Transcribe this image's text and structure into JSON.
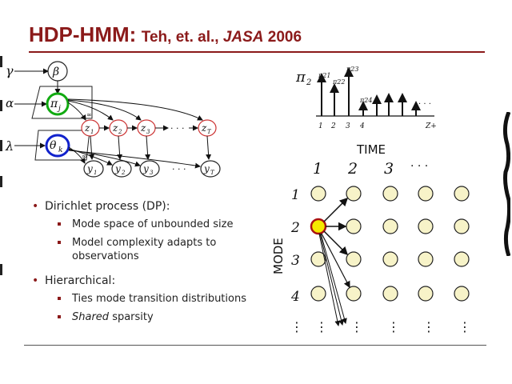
{
  "slide": {
    "title_main": "HDP-HMM:",
    "title_authors": "Teh, et. al.,",
    "title_journal": "JASA",
    "title_year": "2006"
  },
  "graphical_model": {
    "nodes": {
      "beta": "β",
      "pi": "π",
      "pi_sub": "j",
      "theta": "θ",
      "theta_sub": "k",
      "z": [
        "z",
        "z",
        "z",
        "z"
      ],
      "z_subs": [
        "1",
        "2",
        "3",
        "T"
      ],
      "y": [
        "y",
        "y",
        "y",
        "y"
      ],
      "y_subs": [
        "1",
        "2",
        "3",
        "T"
      ],
      "ellipsis": "· · ·"
    },
    "hyperparams": {
      "gamma": "γ",
      "alpha": "α",
      "lambda": "λ"
    },
    "plate_label": "∞"
  },
  "stick_plot": {
    "label": "π",
    "label_sub": "2",
    "stick_labels": [
      "π21",
      "π22",
      "π23",
      "π24"
    ],
    "x_ticks": [
      "1",
      "2",
      "3",
      "4"
    ],
    "axis_label": "Z+",
    "ellipsis": ". . ."
  },
  "trellis": {
    "time_label": "TIME",
    "mode_label": "MODE",
    "time_ticks": [
      "1",
      "2",
      "3",
      "· · ·"
    ],
    "mode_ticks": [
      "1",
      "2",
      "3",
      "4"
    ],
    "vertical_ellipsis": "⋮",
    "highlight_color": "#f5e800",
    "node_color": "#f7f3c8"
  },
  "bullets": {
    "b1": "Dirichlet process (DP):",
    "b1_s1": "Mode space of unbounded size",
    "b1_s2": "Model complexity adapts to observations",
    "b2": "Hierarchical:",
    "b2_s1": "Ties mode transition distributions",
    "b2_s2_em": "Shared",
    "b2_s2_rest": " sparsity"
  },
  "colors": {
    "title": "#8b1a1a",
    "pi_ring": "#11aa11",
    "theta_ring": "#1122cc",
    "z_ring": "#cc3333"
  }
}
